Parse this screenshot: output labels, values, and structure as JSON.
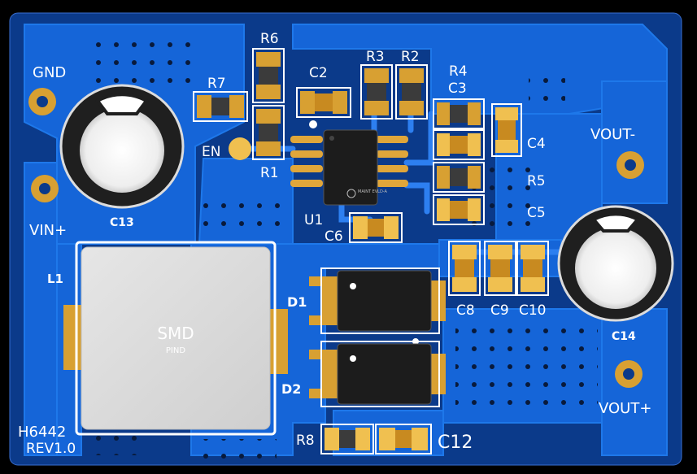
{
  "board": {
    "title": "H6442",
    "revision": "REV1.0",
    "colors": {
      "background": "#000000",
      "substrate": "#0b3a8a",
      "copper": "#1565d8",
      "copper_edge": "#1e78ea",
      "silk": "#ffffff",
      "pad": "#d8a032",
      "pad_light": "#f0c050",
      "mask_opening": "#f2f2f2"
    }
  },
  "labels": {
    "gnd": "GND",
    "vin": "VIN+",
    "vout_minus": "VOUT-",
    "vout_plus": "VOUT+",
    "en": "EN",
    "r6": "R6",
    "r7": "R7",
    "r1": "R1",
    "r3": "R3",
    "r2": "R2",
    "r4": "R4",
    "r5": "R5",
    "r8": "R8",
    "c2": "C2",
    "c3": "C3",
    "c4": "C4",
    "c5": "C5",
    "c6": "C6",
    "c8": "C8",
    "c9": "C9",
    "c10": "C10",
    "c12": "C12",
    "c13": "C13",
    "c14": "C14",
    "u1": "U1",
    "l1": "L1",
    "d1": "D1",
    "d2": "D2"
  },
  "inductor": {
    "title": "SMD",
    "subtitle": "PIND"
  },
  "ic": {
    "marking": "MAINT\nEVLD-A"
  }
}
